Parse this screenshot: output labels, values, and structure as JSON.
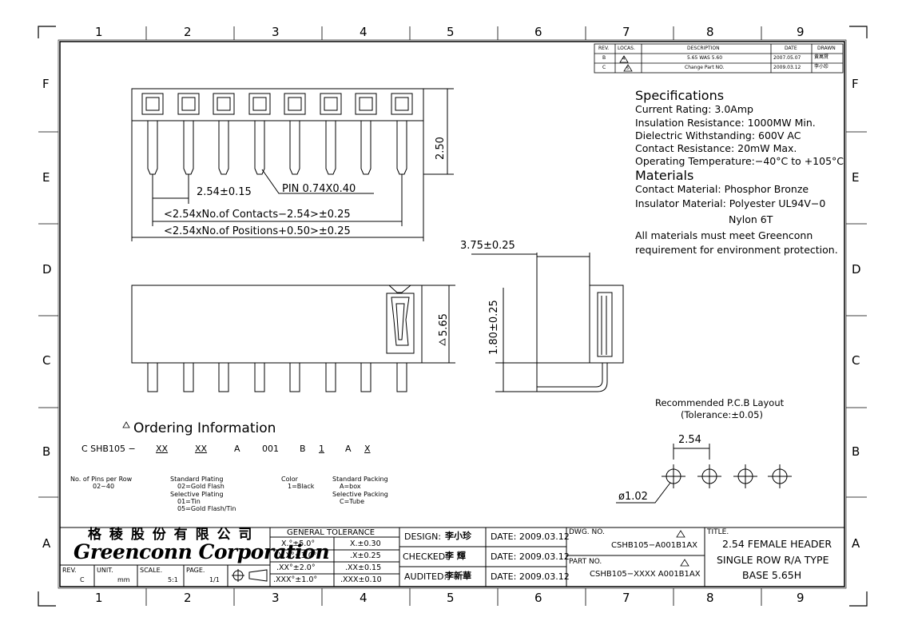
{
  "columns": [
    "1",
    "2",
    "3",
    "4",
    "5",
    "6",
    "7",
    "8",
    "9"
  ],
  "rows": [
    "F",
    "E",
    "D",
    "C",
    "B",
    "A"
  ],
  "revision_table": {
    "headers": [
      "REV.",
      "LOCAS.",
      "DESCRIPTION",
      "DATE",
      "DRAWN"
    ],
    "rows": [
      {
        "rev": "B",
        "loc": "4",
        "desc": "5.65 WAS 5.60",
        "date": "2007.05.07",
        "drawn": "黄萬賢"
      },
      {
        "rev": "C",
        "loc": "5",
        "desc": "Change Part NO.",
        "date": "2009.03.12",
        "drawn": "李小珍"
      }
    ]
  },
  "specifications": {
    "title": "Specifications",
    "lines": [
      "Current Rating: 3.0Amp",
      "Insulation Resistance: 1000MW Min.",
      "Dielectric Withstanding: 600V AC",
      "Contact Resistance: 20mW Max.",
      "Operating Temperature:−40°C to +105°C"
    ],
    "materials_title": "Materials",
    "materials": [
      "Contact Material: Phosphor Bronze",
      "Insulator Material: Polyester UL94V−0",
      "Nylon 6T"
    ],
    "note": [
      "All materials must meet Greenconn",
      "requirement for environment protection."
    ]
  },
  "dimensions": {
    "height_250": "2.50",
    "pitch": "2.54±0.15",
    "pin": "PIN 0.74X0.40",
    "contacts": "<2.54xNo.of Contacts−2.54>±0.25",
    "positions": "<2.54xNo.of Positions+0.50>±0.25",
    "depth": "3.75±0.25",
    "height_565": "5.65",
    "pin_height": "1.80±0.25"
  },
  "pcb_layout": {
    "title": "Recommended P.C.B Layout",
    "tolerance": "(Tolerance:±0.05)",
    "pitch": "2.54",
    "hole": "ø1.02"
  },
  "ordering": {
    "title": "Ordering Information",
    "code_parts": [
      "C SHB105 −",
      "XX",
      "XX",
      "A",
      "001",
      "B",
      "1",
      "A",
      "X"
    ],
    "notes": {
      "pins": [
        "No. of Pins per Row",
        "02~40"
      ],
      "plating": [
        "Standard Plating",
        "02=Gold Flash",
        "Selective Plating",
        "01=Tin",
        "05=Gold Flash/Tin"
      ],
      "color": [
        "Color",
        "1=Black"
      ],
      "packing": [
        "Standard Packing",
        "A=box",
        "Selective Packing",
        "C=Tube"
      ]
    }
  },
  "title_block": {
    "company_cn": "格 稜 股 份 有 限 公 司",
    "company_en": "Greenconn Corporation",
    "rev_label": "REV.",
    "rev_value": "C",
    "unit_label": "UNIT.",
    "unit_value": "mm",
    "scale_label": "SCALE.",
    "scale_value": "5:1",
    "page_label": "PAGE.",
    "page_value": "1/1",
    "tolerance_header": "GENERAL TOLERANCE",
    "tolerances": [
      [
        "X.°±5.0°",
        "X.±0.30"
      ],
      [
        "X.X°±3.0°",
        ".X±0.25"
      ],
      [
        ".XX°±2.0°",
        ".XX±0.15"
      ],
      [
        ".XXX°±1.0°",
        ".XXX±0.10"
      ]
    ],
    "design_label": "DESIGN:",
    "design_name": "李小珍",
    "design_date": "DATE: 2009.03.12",
    "checked_label": "CHECKED:",
    "checked_name": "李 輝",
    "checked_date": "DATE: 2009.03.12",
    "audited_label": "AUDITED:",
    "audited_name": "李新華",
    "audited_date": "DATE: 2009.03.12",
    "dwg_label": "DWG. NO.",
    "dwg_no": "CSHB105−A001B1AX",
    "part_label": "PART NO.",
    "part_no": "CSHB105−XXXX A001B1AX",
    "title_label": "TITLE.",
    "title_lines": [
      "2.54 FEMALE HEADER",
      "SINGLE ROW R/A TYPE",
      "BASE 5.65H"
    ]
  }
}
